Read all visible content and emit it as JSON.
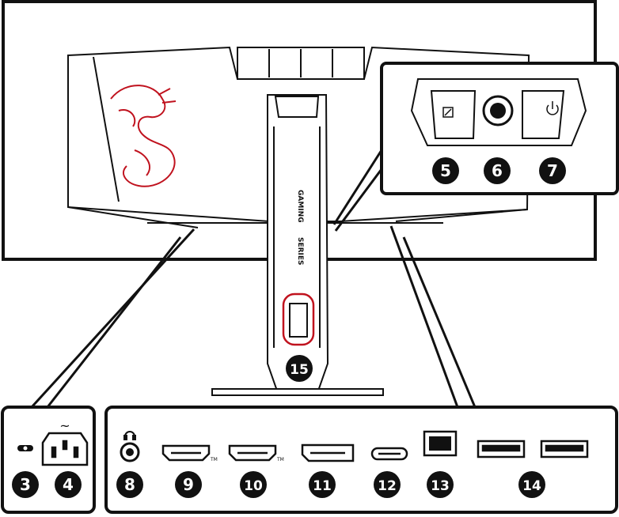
{
  "colors": {
    "outline": "#111111",
    "badge_fill": "#111111",
    "badge_text": "#ffffff",
    "highlight": "#c0121e",
    "background": "#ffffff"
  },
  "stand_text": {
    "vertical_top": "GAMING",
    "vertical_bottom": "SERIES"
  },
  "callouts": [
    {
      "id": "5",
      "label": "5",
      "part": "navi-key-left"
    },
    {
      "id": "6",
      "label": "6",
      "part": "navi-joystick"
    },
    {
      "id": "7",
      "label": "7",
      "part": "power-button"
    },
    {
      "id": "3",
      "label": "3",
      "part": "kensington-lock"
    },
    {
      "id": "4",
      "label": "4",
      "part": "ac-power-jack"
    },
    {
      "id": "8",
      "label": "8",
      "part": "headphone-jack"
    },
    {
      "id": "9",
      "label": "9",
      "part": "hdmi-port-1"
    },
    {
      "id": "10",
      "label": "10",
      "part": "hdmi-port-2"
    },
    {
      "id": "11",
      "label": "11",
      "part": "displayport"
    },
    {
      "id": "12",
      "label": "12",
      "part": "usb-type-c-port"
    },
    {
      "id": "13",
      "label": "13",
      "part": "usb-type-b-port"
    },
    {
      "id": "14",
      "label": "14",
      "part": "usb-type-a-ports"
    },
    {
      "id": "15",
      "label": "15",
      "part": "cable-management-clip"
    }
  ],
  "port_marks": {
    "hdmi_tm": "TM",
    "ac_symbol": "~"
  },
  "icons": [
    "dragon-logo-icon",
    "headphone-icon",
    "power-icon",
    "kensington-lock-icon",
    "macro-key-icon"
  ]
}
